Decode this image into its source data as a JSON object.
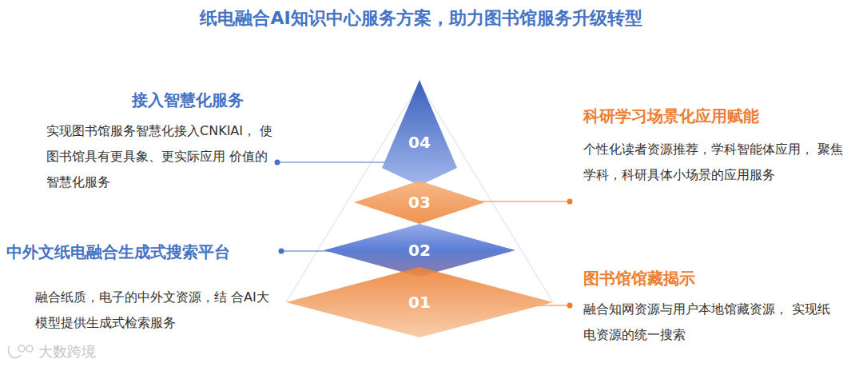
{
  "diagram": {
    "title": "纸电融合AI知识中心服务方案，助力图书馆服务升级转型",
    "nodes": [
      {
        "text": [
          "04"
        ]
      },
      {
        "text": [
          "03"
        ]
      },
      {
        "text": [
          "02"
        ]
      },
      {
        "text": [
          "01"
        ]
      }
    ],
    "labels": [
      "接入智慧化服务",
      "实现图书馆服务智慧化接入CNKIAI， 使图书馆具有更具象、更实际应用 价值的智慧化服务",
      "科研学习场景化应用赋能",
      "个性化读者资源推荐，学科智能体应用， 聚焦学科，科研具体小场景的应用服务",
      "中外文纸电融合生成式搜索平台",
      "融合纸质，电子的中外文资源，结 合AI大模型提供生成式检索服务",
      "图书馆馆藏揭示",
      "融合知网资源与用户本地馆藏资源， 实现纸电资源的统一搜索",
      "大数跨境"
    ]
  }
}
